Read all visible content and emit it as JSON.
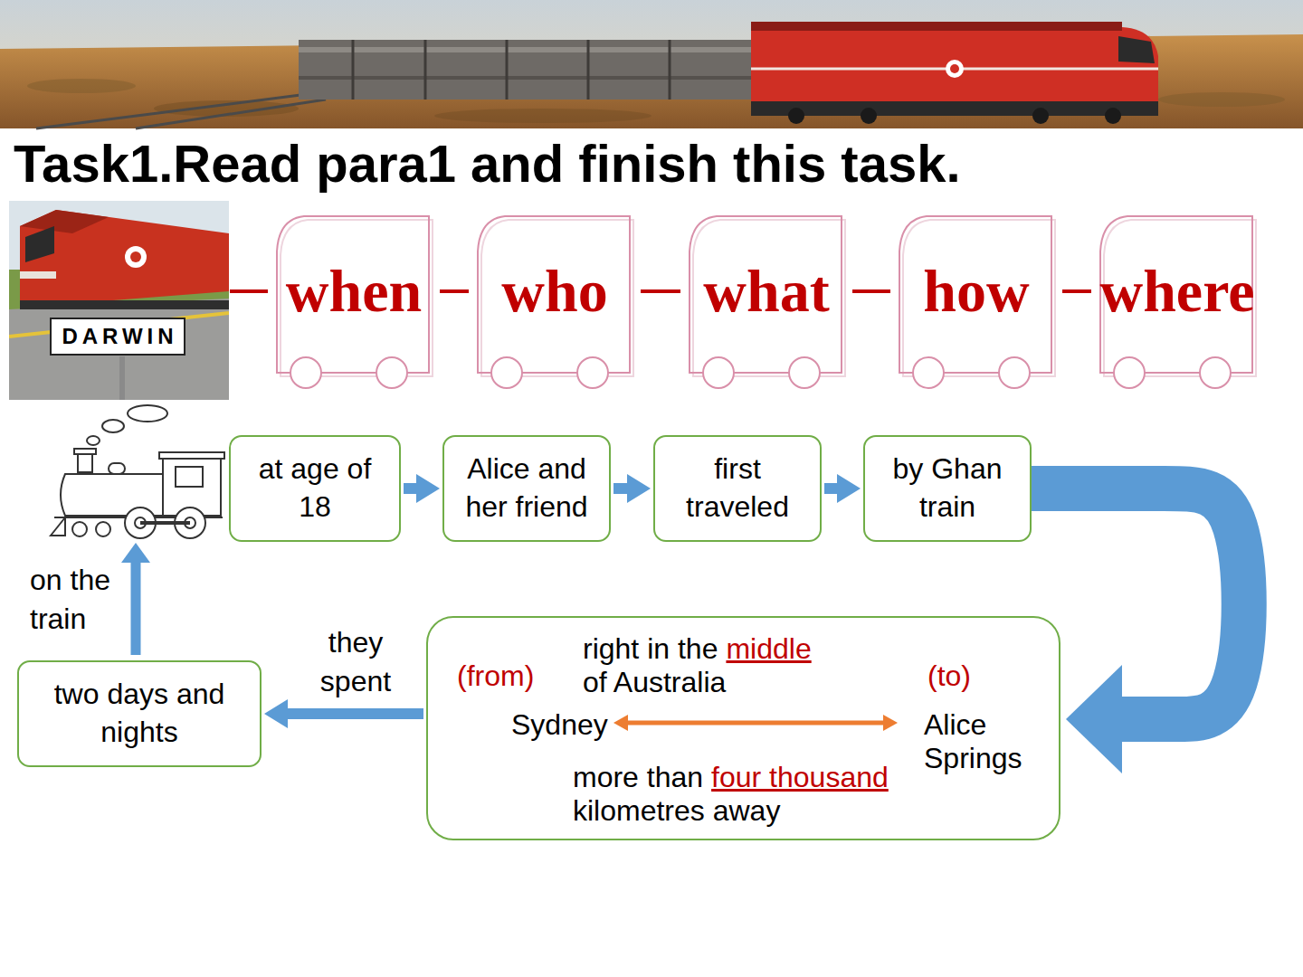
{
  "diagram": {
    "title": "Task1.Read para1 and finish this task.",
    "nodes": [
      {
        "text": [
          "when"
        ]
      },
      {
        "text": [
          "who"
        ]
      },
      {
        "text": [
          "what"
        ]
      },
      {
        "text": [
          "how"
        ]
      },
      {
        "text": [
          "where"
        ]
      },
      {
        "text": [
          "at age of 18"
        ]
      },
      {
        "text": [
          "Alice and her friend"
        ]
      },
      {
        "text": [
          "first traveled"
        ]
      },
      {
        "text": [
          "by Ghan train"
        ]
      },
      {
        "text": [
          "(from)",
          "Sydney",
          "right in the",
          "middle",
          "of Australia",
          "(to)",
          "Alice Springs",
          "more than",
          "four thousand",
          "kilometres away"
        ]
      },
      {
        "text": [
          "two days and nights"
        ]
      }
    ],
    "edges": [
      {
        "from": 0,
        "to": 1,
        "arrow": "none"
      },
      {
        "from": 1,
        "to": 2,
        "arrow": "none"
      },
      {
        "from": 2,
        "to": 3,
        "arrow": "none"
      },
      {
        "from": 3,
        "to": 4,
        "arrow": "none"
      },
      {
        "from": 5,
        "to": 6,
        "arrow": "to"
      },
      {
        "from": 6,
        "to": 7,
        "arrow": "to"
      },
      {
        "from": 7,
        "to": 8,
        "arrow": "to"
      },
      {
        "from": 8,
        "to": 9,
        "arrow": "to"
      },
      {
        "from": 9,
        "to": 10,
        "arrow": "to",
        "label": "they spent"
      }
    ],
    "labels": [
      "DARWIN",
      "on the train"
    ]
  }
}
